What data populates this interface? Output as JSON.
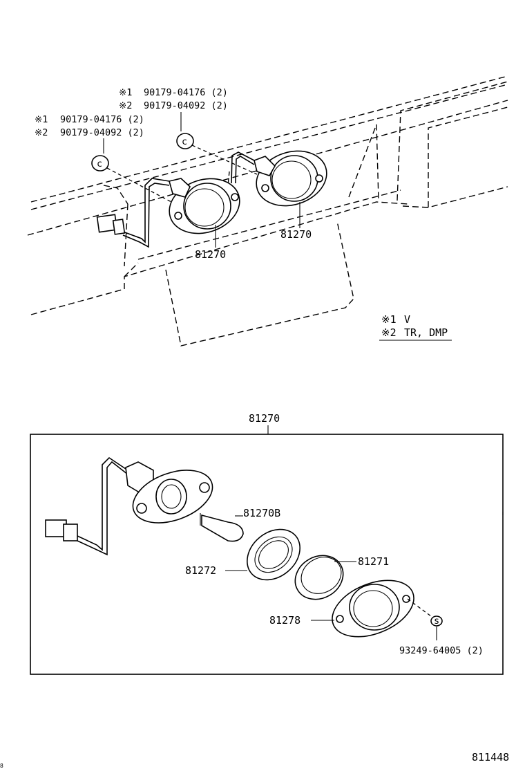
{
  "top_callouts": {
    "right_group": {
      "note1_mark": "※1",
      "note1_part": "90179-04176 (2)",
      "note2_mark": "※2",
      "note2_part": "90179-04092 (2)"
    },
    "left_group": {
      "note1_mark": "※1",
      "note1_part": "90179-04176 (2)",
      "note2_mark": "※2",
      "note2_part": "90179-04092 (2)"
    },
    "lamp_right": "81270",
    "lamp_left": "81270"
  },
  "legend": {
    "row1_mark": "※1",
    "row1_text": "V",
    "row2_mark": "※2",
    "row2_text": "TR, DMP"
  },
  "assembly": {
    "title": "81270",
    "bulb": "81270B",
    "gasket": "81272",
    "lens": "81271",
    "cover": "81278",
    "screw": "93249-64005 (2)"
  },
  "footer": {
    "illustration_number": "811448",
    "corner_mark": "8"
  }
}
